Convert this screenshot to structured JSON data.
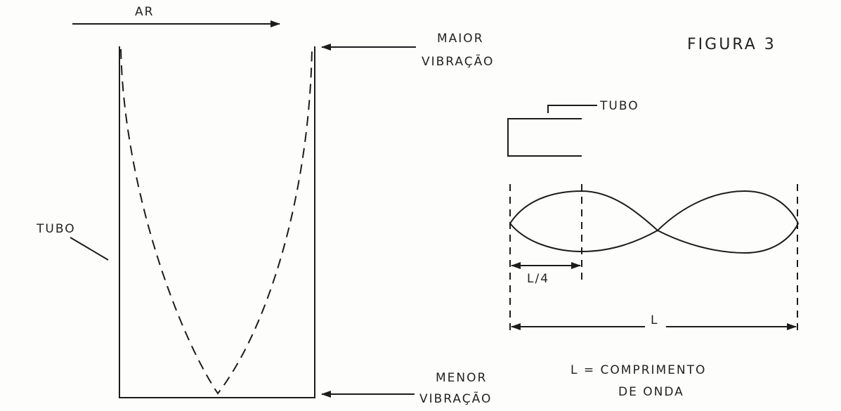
{
  "figure_title": "FIGURA 3",
  "left_diagram": {
    "air_label": "AR",
    "tube_label": "TUBO",
    "top_label_line1": "MAIOR",
    "top_label_line2": "VIBRAÇÃO",
    "bottom_label_line1": "MENOR",
    "bottom_label_line2": "VIBRAÇÃO"
  },
  "right_diagram": {
    "tube_label": "TUBO",
    "quarter_label": "L/4",
    "length_label": "L",
    "legend_line1": "L = COMPRIMENTO",
    "legend_line2": "DE ONDA"
  }
}
